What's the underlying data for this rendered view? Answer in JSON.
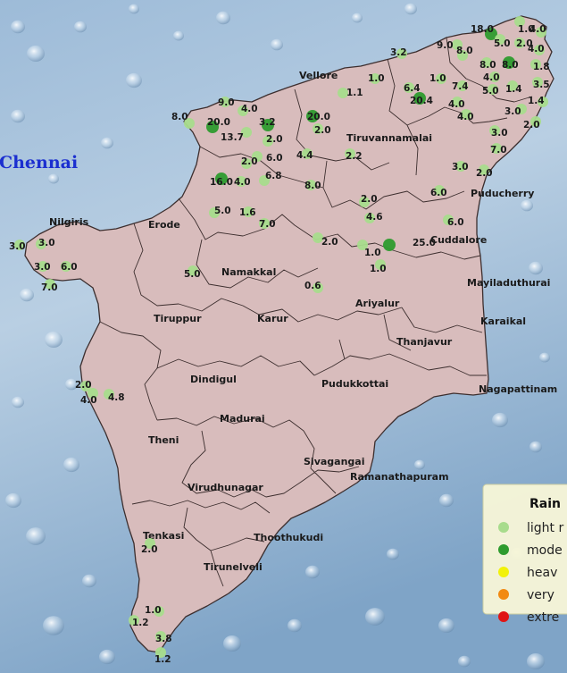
{
  "city_label": "Chennai",
  "legend": {
    "title": "Rain",
    "items": [
      {
        "label": "light r",
        "color": "#a8dc8c"
      },
      {
        "label": "mode",
        "color": "#2e9b2e"
      },
      {
        "label": "heav",
        "color": "#f2f20a"
      },
      {
        "label": "very",
        "color": "#f28a12"
      },
      {
        "label": "extre",
        "color": "#e01515"
      }
    ]
  },
  "district_labels": [
    "Vellore",
    "Tiruvannamalai",
    "Puducherry",
    "Nilgiris",
    "Erode",
    "Cuddalore",
    "Namakkal",
    "Mayiladuthurai",
    "Tiruppur",
    "Karur",
    "Ariyalur",
    "Karaikal",
    "Thanjavur",
    "Dindigul",
    "Pudukkottai",
    "Nagapattinam",
    "Madurai",
    "Theni",
    "Sivagangai",
    "Ramanathapuram",
    "Virudhunagar",
    "Tenkasi",
    "Thoothukudi",
    "Tirunelveli"
  ],
  "rain_stations": [
    {
      "value": "18.0",
      "intensity": "moderate"
    },
    {
      "value": "1.0",
      "intensity": "light"
    },
    {
      "value": "4.0",
      "intensity": "light"
    },
    {
      "value": "5.0",
      "intensity": "light"
    },
    {
      "value": "2.0",
      "intensity": "light"
    },
    {
      "value": "9.0",
      "intensity": "light"
    },
    {
      "value": "8.0",
      "intensity": "light"
    },
    {
      "value": "4.0",
      "intensity": "light"
    },
    {
      "value": "8.0",
      "intensity": "light"
    },
    {
      "value": "8.0",
      "intensity": "moderate"
    },
    {
      "value": "1.8",
      "intensity": "light"
    },
    {
      "value": "3.2",
      "intensity": "light"
    },
    {
      "value": "4.0",
      "intensity": "light"
    },
    {
      "value": "3.5",
      "intensity": "light"
    },
    {
      "value": "1.4",
      "intensity": "light"
    },
    {
      "value": "1.0",
      "intensity": "light"
    },
    {
      "value": "1.0",
      "intensity": "light"
    },
    {
      "value": "7.4",
      "intensity": "light"
    },
    {
      "value": "5.0",
      "intensity": "light"
    },
    {
      "value": "1.4",
      "intensity": "light"
    },
    {
      "value": "6.4",
      "intensity": "light"
    },
    {
      "value": "1.1",
      "intensity": "light"
    },
    {
      "value": "20.4",
      "intensity": "moderate"
    },
    {
      "value": "4.0",
      "intensity": "light"
    },
    {
      "value": "3.0",
      "intensity": "light"
    },
    {
      "value": "4.0",
      "intensity": "light"
    },
    {
      "value": "2.0",
      "intensity": "light"
    },
    {
      "value": "3.0",
      "intensity": "light"
    },
    {
      "value": "7.0",
      "intensity": "light"
    },
    {
      "value": "9.0",
      "intensity": "light"
    },
    {
      "value": "4.0",
      "intensity": "light"
    },
    {
      "value": "8.0",
      "intensity": "light"
    },
    {
      "value": "20.0",
      "intensity": "moderate"
    },
    {
      "value": "3.2",
      "intensity": "moderate"
    },
    {
      "value": "13.7",
      "intensity": "light"
    },
    {
      "value": "20.0",
      "intensity": "moderate"
    },
    {
      "value": "2.0",
      "intensity": "light"
    },
    {
      "value": "2.0",
      "intensity": "light"
    },
    {
      "value": "6.0",
      "intensity": "light"
    },
    {
      "value": "2.0",
      "intensity": "light"
    },
    {
      "value": "4.4",
      "intensity": "light"
    },
    {
      "value": "2.2",
      "intensity": "light"
    },
    {
      "value": "6.8",
      "intensity": "light"
    },
    {
      "value": "16.0",
      "intensity": "moderate"
    },
    {
      "value": "4.0",
      "intensity": "light"
    },
    {
      "value": "8.0",
      "intensity": "light"
    },
    {
      "value": "3.0",
      "intensity": "light"
    },
    {
      "value": "2.0",
      "intensity": "light"
    },
    {
      "value": "6.0",
      "intensity": "light"
    },
    {
      "value": "2.0",
      "intensity": "light"
    },
    {
      "value": "5.0",
      "intensity": "light"
    },
    {
      "value": "1.6",
      "intensity": "light"
    },
    {
      "value": "7.0",
      "intensity": "light"
    },
    {
      "value": "4.6",
      "intensity": "light"
    },
    {
      "value": "6.0",
      "intensity": "light"
    },
    {
      "value": "3.0",
      "intensity": "light"
    },
    {
      "value": "3.0",
      "intensity": "light"
    },
    {
      "value": "2.0",
      "intensity": "light"
    },
    {
      "value": "1.0",
      "intensity": "light"
    },
    {
      "value": "25.0",
      "intensity": "moderate"
    },
    {
      "value": "3.0",
      "intensity": "light"
    },
    {
      "value": "6.0",
      "intensity": "light"
    },
    {
      "value": "1.0",
      "intensity": "light"
    },
    {
      "value": "7.0",
      "intensity": "light"
    },
    {
      "value": "5.0",
      "intensity": "light"
    },
    {
      "value": "0.6",
      "intensity": "light"
    },
    {
      "value": "2.0",
      "intensity": "light"
    },
    {
      "value": "4.0",
      "intensity": "light"
    },
    {
      "value": "4.8",
      "intensity": "light"
    },
    {
      "value": "2.0",
      "intensity": "light"
    },
    {
      "value": "1.0",
      "intensity": "light"
    },
    {
      "value": "1.2",
      "intensity": "light"
    },
    {
      "value": "3.8",
      "intensity": "light"
    },
    {
      "value": "1.2",
      "intensity": "light"
    },
    {
      "value": "2.0",
      "intensity": "light"
    }
  ]
}
